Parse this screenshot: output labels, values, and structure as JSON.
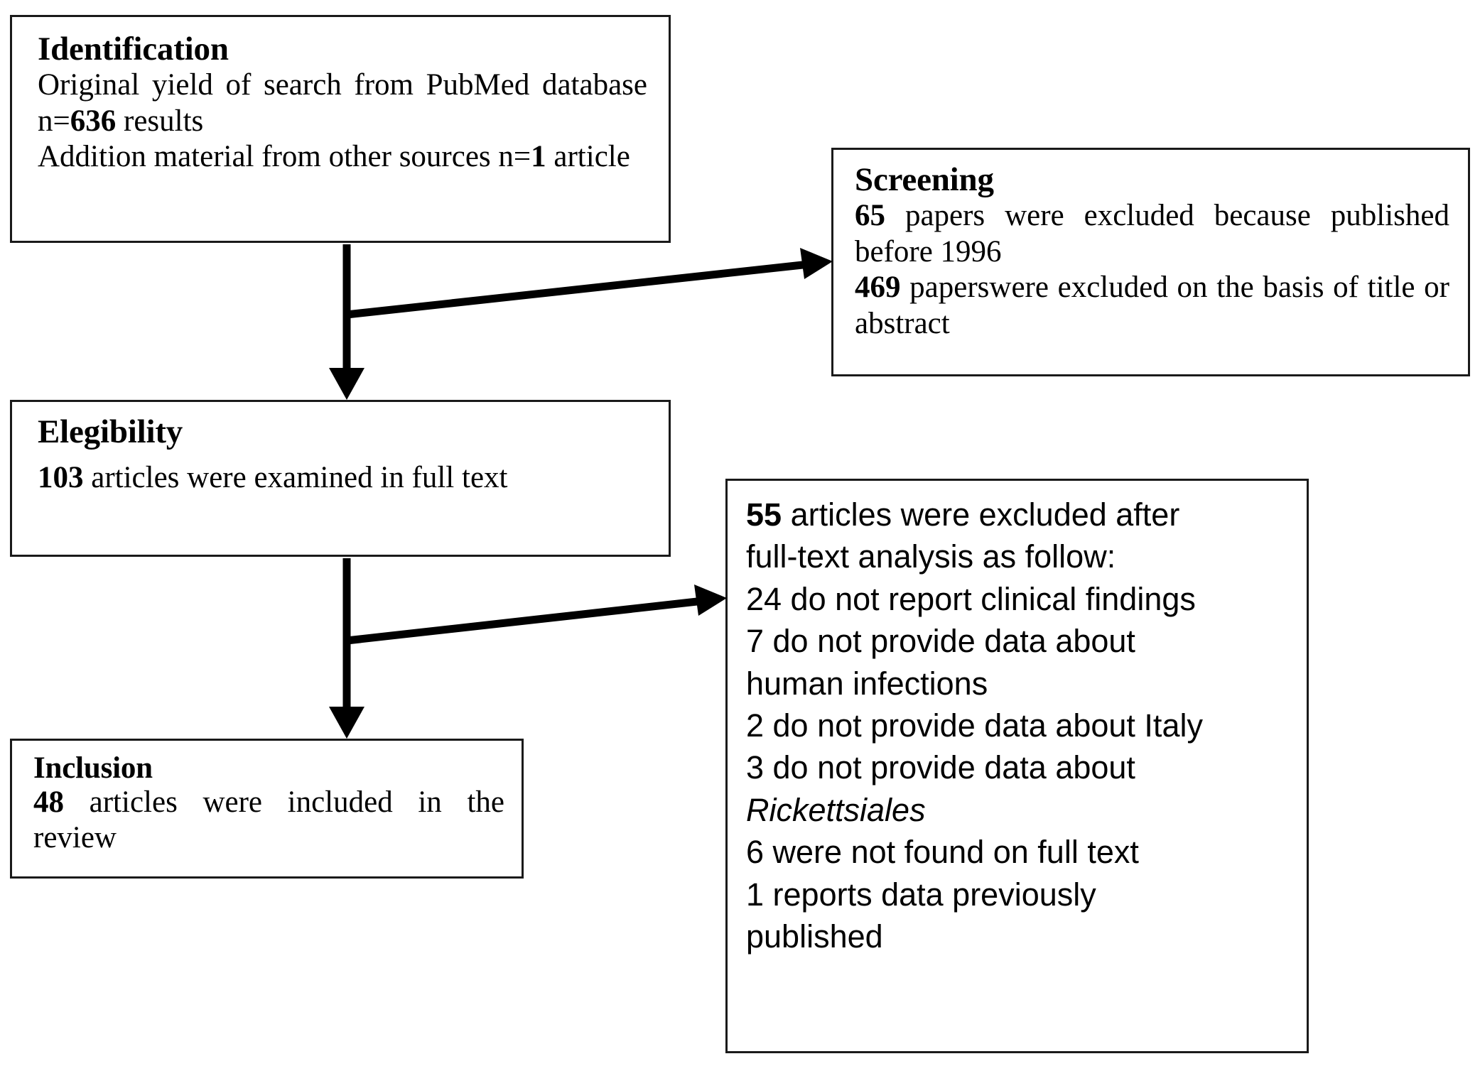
{
  "diagram": {
    "title": "PRISMA literature selection flow diagram",
    "stroke_color": "#1a1a1a",
    "background_color": "#ffffff"
  },
  "boxes": {
    "identification": {
      "header": "Identification",
      "line1": "Original yield of search from PubMed database n=",
      "value1": "636",
      "line1_tail": " results",
      "line2": "Addition material from other sources n=",
      "value2": "1",
      "line2_tail": " article"
    },
    "screening": {
      "header": "Screening",
      "value1": "65",
      "line1": " papers were excluded because published before 1996",
      "value2": "469",
      "line2": " paperswere excluded on the basis of title or abstract"
    },
    "elegibility": {
      "header": "Elegibility",
      "value1": "103",
      "line1": " articles were examined in full text"
    },
    "inclusion": {
      "header": "Inclusion",
      "value1": "48",
      "line1": " articles were included in the review"
    },
    "exclusion": {
      "value_total": "55",
      "line_total": " articles were excluded after",
      "line_total2": "full-text analysis as follow:",
      "reasons": [
        "24 do not report clinical findings",
        "7 do not provide data about",
        "human infections",
        "2 do not provide data about Italy",
        "3 do not provide data about"
      ],
      "italic_term": "Rickettsiales",
      "reasons_tail": [
        "6 were not found on full text",
        "1 reports data previously",
        "published"
      ]
    }
  },
  "arrows": [
    {
      "name": "identification-to-elegibility",
      "kind": "vertical"
    },
    {
      "name": "identification-to-screening",
      "kind": "diagonal"
    },
    {
      "name": "elegibility-to-inclusion",
      "kind": "vertical"
    },
    {
      "name": "elegibility-to-exclusion",
      "kind": "diagonal"
    }
  ]
}
